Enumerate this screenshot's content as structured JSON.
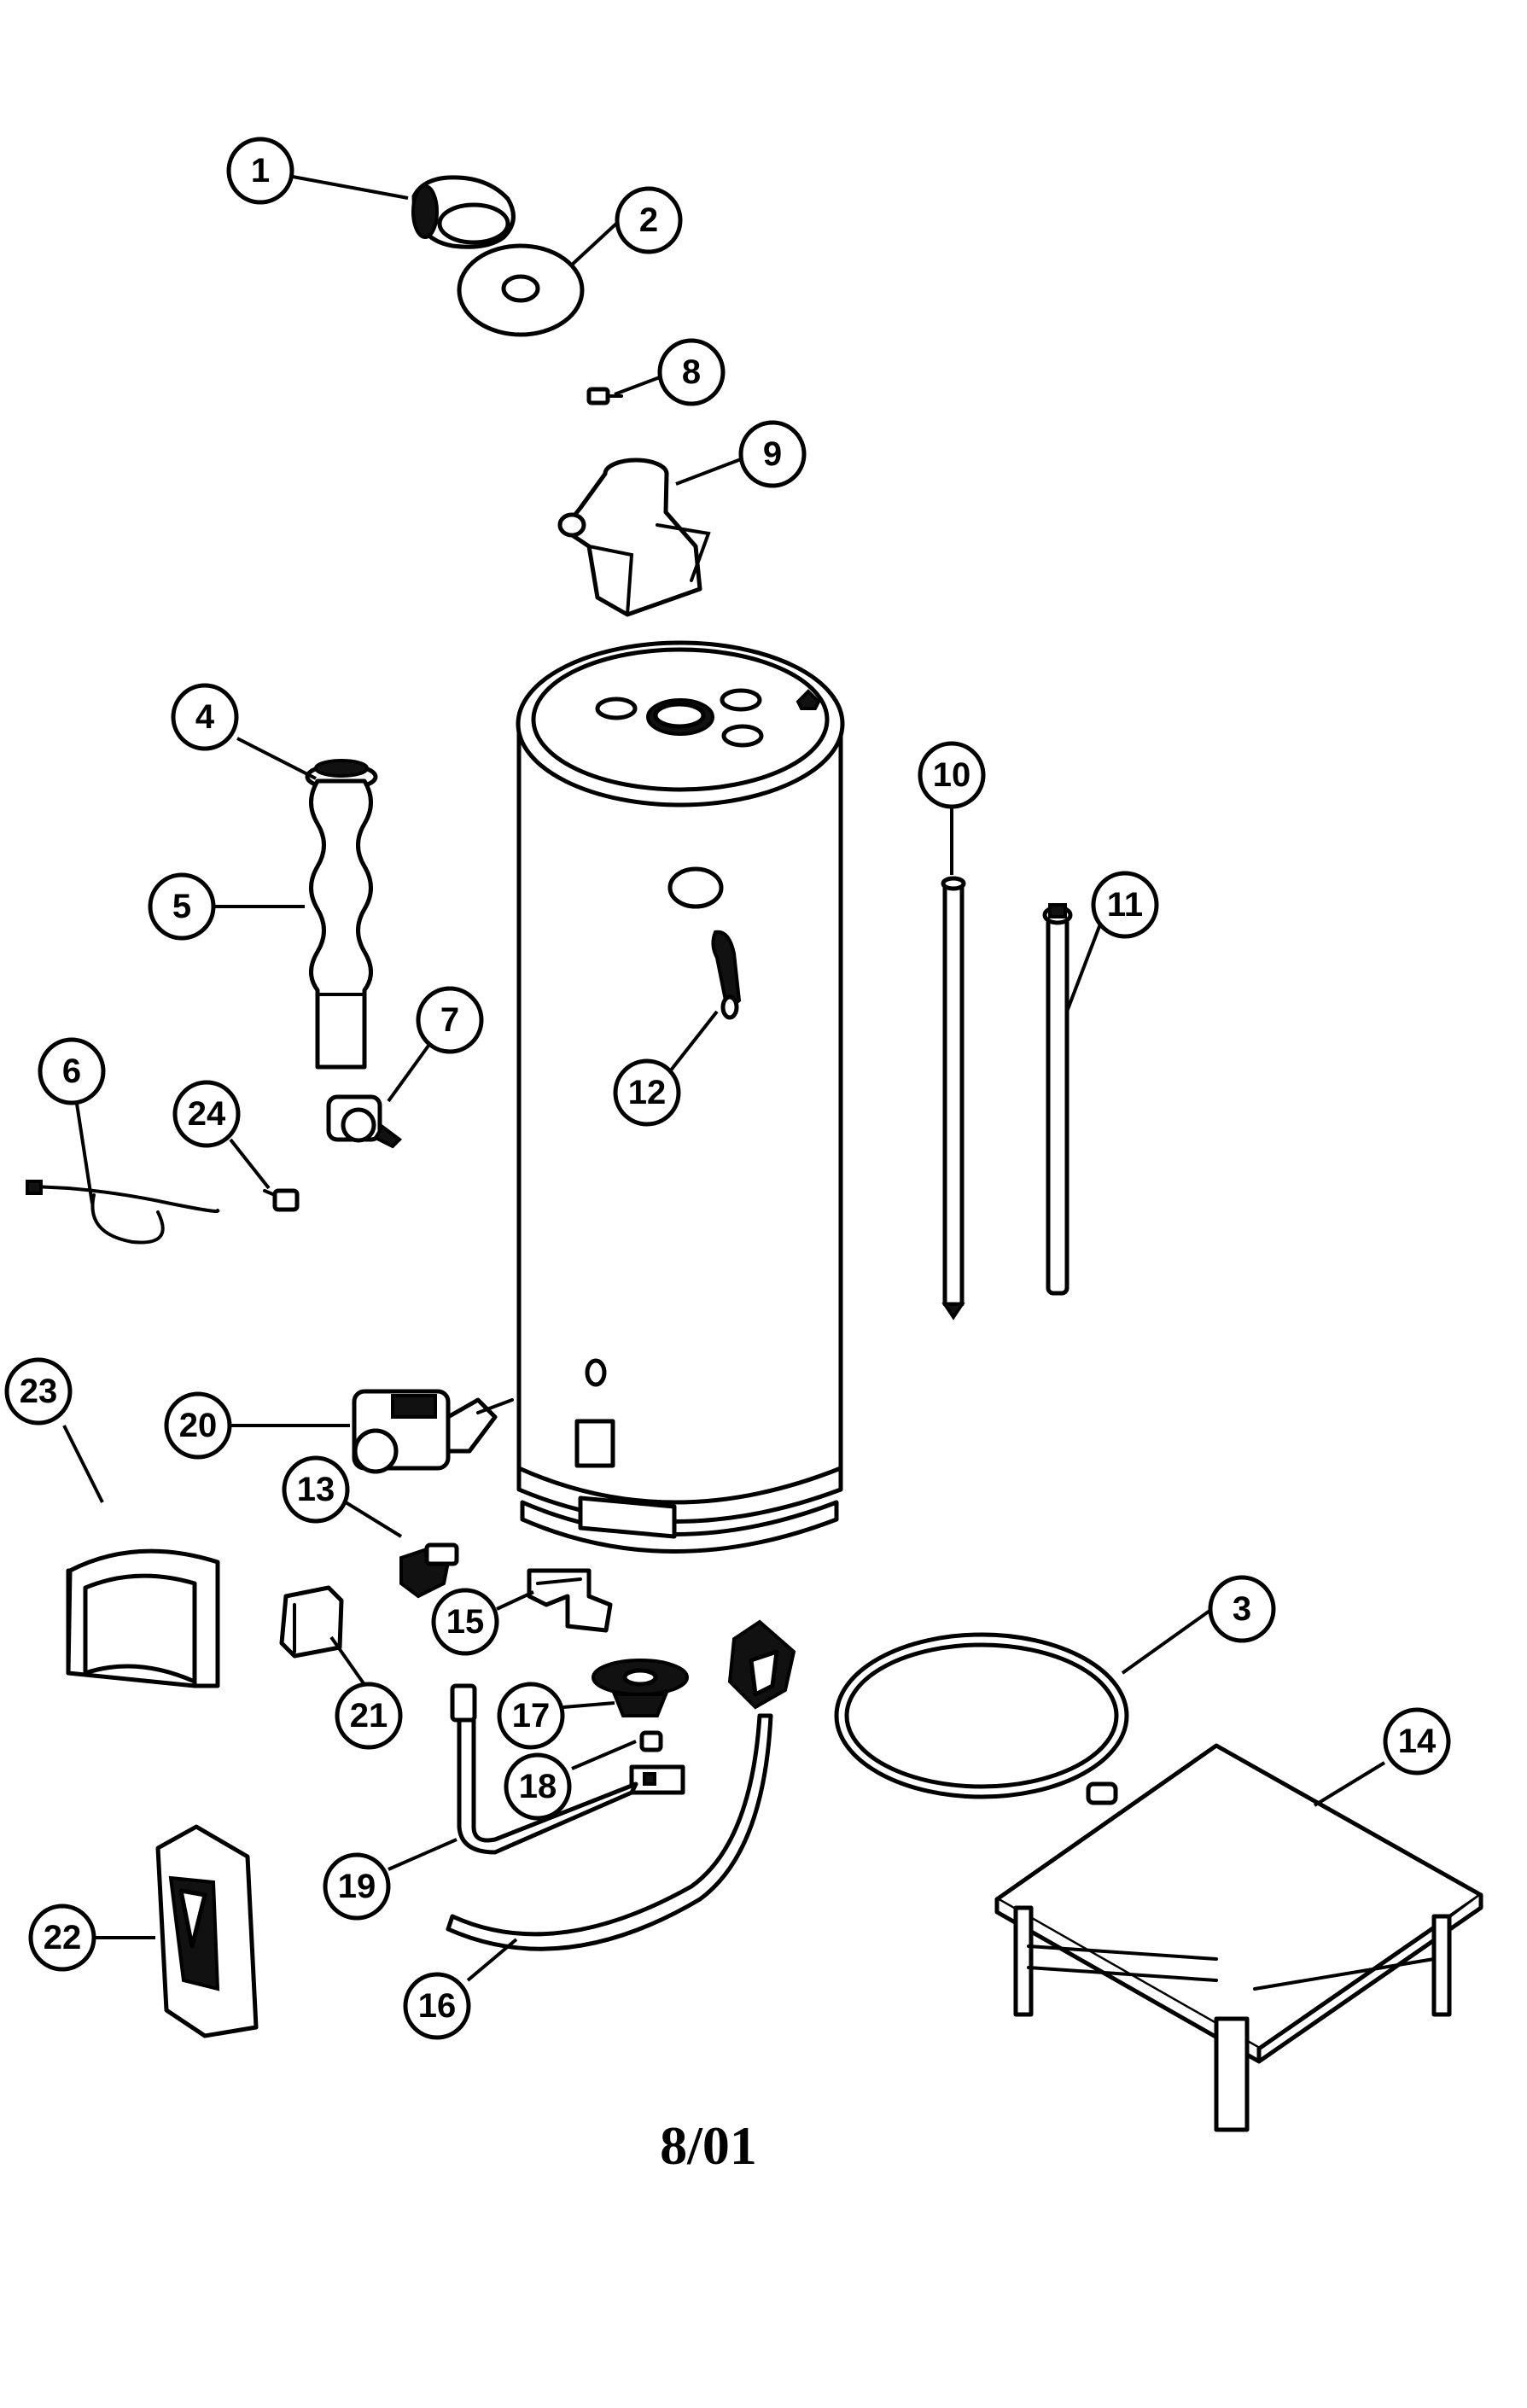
{
  "diagram": {
    "callouts": [
      {
        "id": "1",
        "label": "1"
      },
      {
        "id": "2",
        "label": "2"
      },
      {
        "id": "3",
        "label": "3"
      },
      {
        "id": "4",
        "label": "4"
      },
      {
        "id": "5",
        "label": "5"
      },
      {
        "id": "6",
        "label": "6"
      },
      {
        "id": "7",
        "label": "7"
      },
      {
        "id": "8",
        "label": "8"
      },
      {
        "id": "9",
        "label": "9"
      },
      {
        "id": "10",
        "label": "10"
      },
      {
        "id": "11",
        "label": "11"
      },
      {
        "id": "12",
        "label": "12"
      },
      {
        "id": "13",
        "label": "13"
      },
      {
        "id": "14",
        "label": "14"
      },
      {
        "id": "15",
        "label": "15"
      },
      {
        "id": "16",
        "label": "16"
      },
      {
        "id": "17",
        "label": "17"
      },
      {
        "id": "18",
        "label": "18"
      },
      {
        "id": "19",
        "label": "19"
      },
      {
        "id": "20",
        "label": "20"
      },
      {
        "id": "21",
        "label": "21"
      },
      {
        "id": "22",
        "label": "22"
      },
      {
        "id": "23",
        "label": "23"
      },
      {
        "id": "24",
        "label": "24"
      }
    ],
    "footer": "8/01"
  }
}
